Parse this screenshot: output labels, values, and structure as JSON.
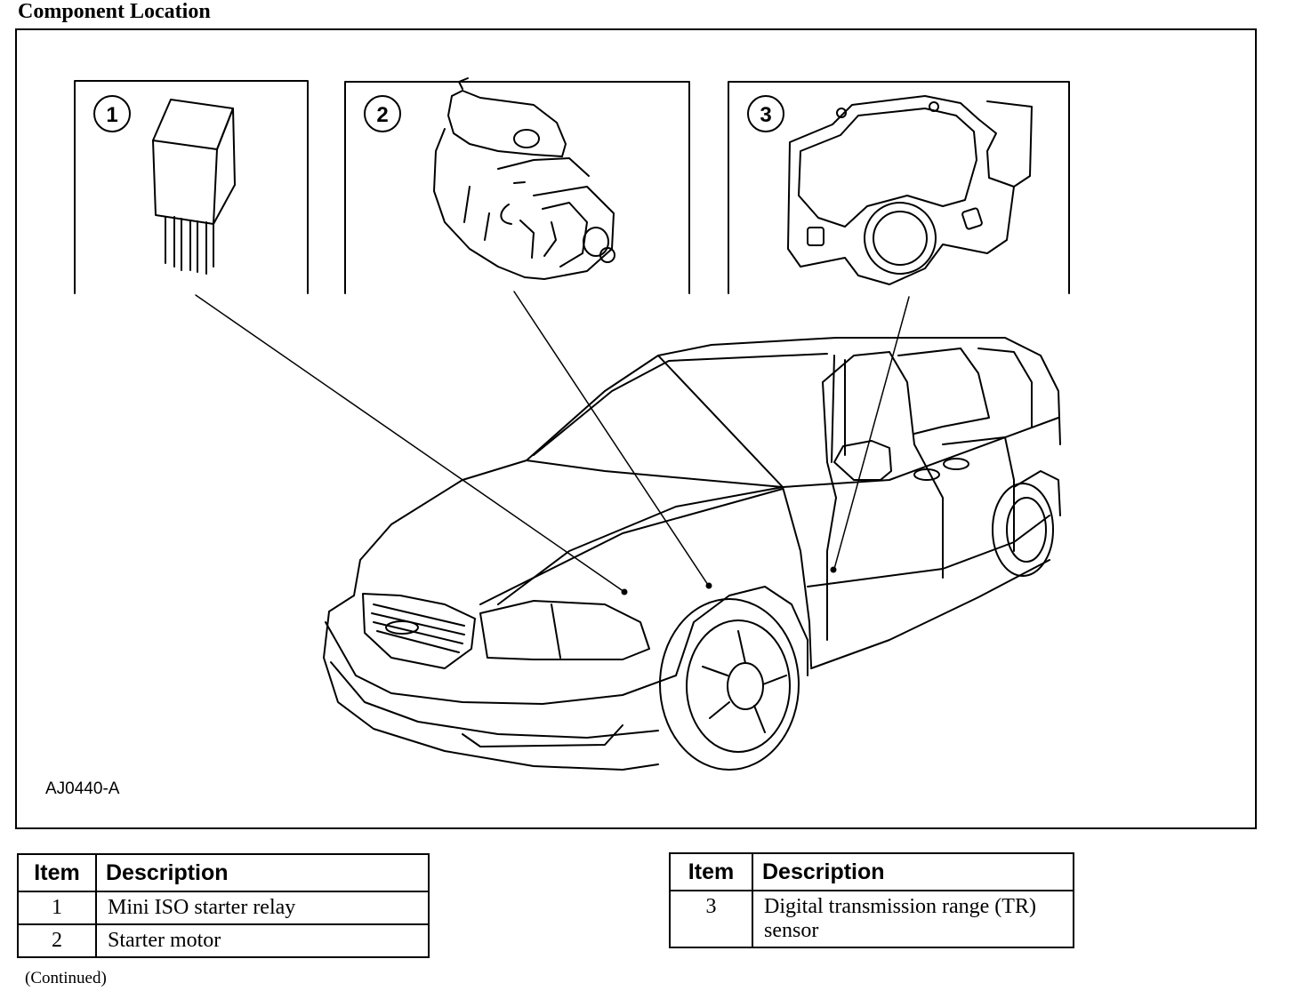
{
  "page": {
    "title": "Component Location",
    "continued": "(Continued)"
  },
  "figure": {
    "id": "AJ0440-A",
    "callouts": [
      {
        "number": "1",
        "component": "relay-icon"
      },
      {
        "number": "2",
        "component": "starter-motor-icon"
      },
      {
        "number": "3",
        "component": "tr-sensor-icon"
      }
    ]
  },
  "tables": [
    {
      "headers": {
        "item": "Item",
        "description": "Description"
      },
      "rows": [
        {
          "item": "1",
          "description": "Mini ISO starter relay"
        },
        {
          "item": "2",
          "description": "Starter motor"
        }
      ]
    },
    {
      "headers": {
        "item": "Item",
        "description": "Description"
      },
      "rows": [
        {
          "item": "3",
          "description": "Digital transmission range (TR) sensor"
        }
      ]
    }
  ]
}
